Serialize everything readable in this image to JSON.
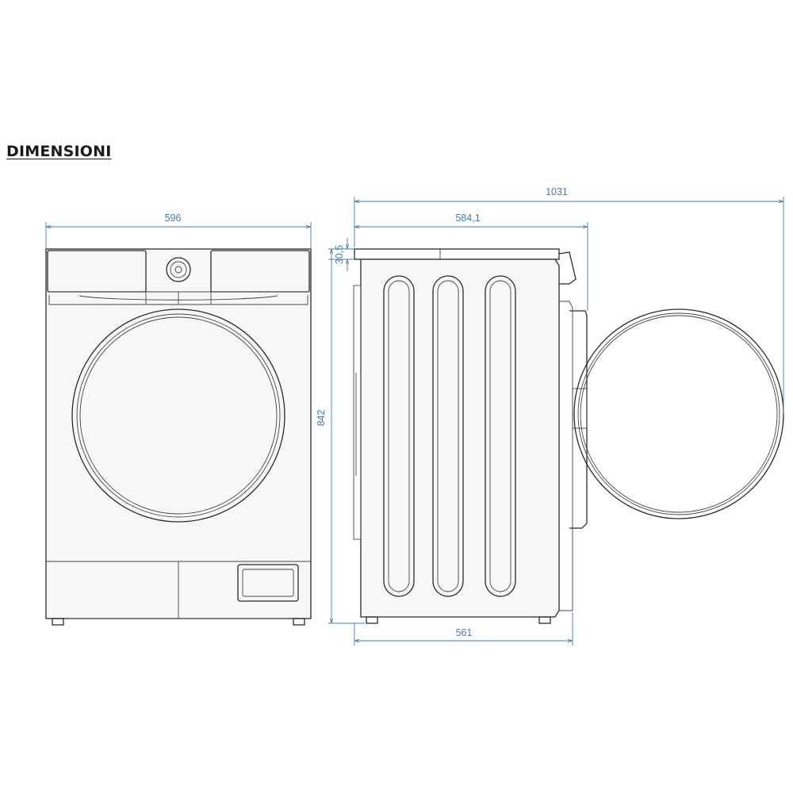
{
  "heading": "DIMENSIONI",
  "dimensions": {
    "front_width": "596",
    "total_depth_door_open": "1031",
    "depth_with_door": "584,1",
    "top_thickness": "30,5",
    "height": "842",
    "body_depth": "561"
  },
  "colors": {
    "outline": "#2b2b2b",
    "dimension_lines": "#4a79a8"
  }
}
